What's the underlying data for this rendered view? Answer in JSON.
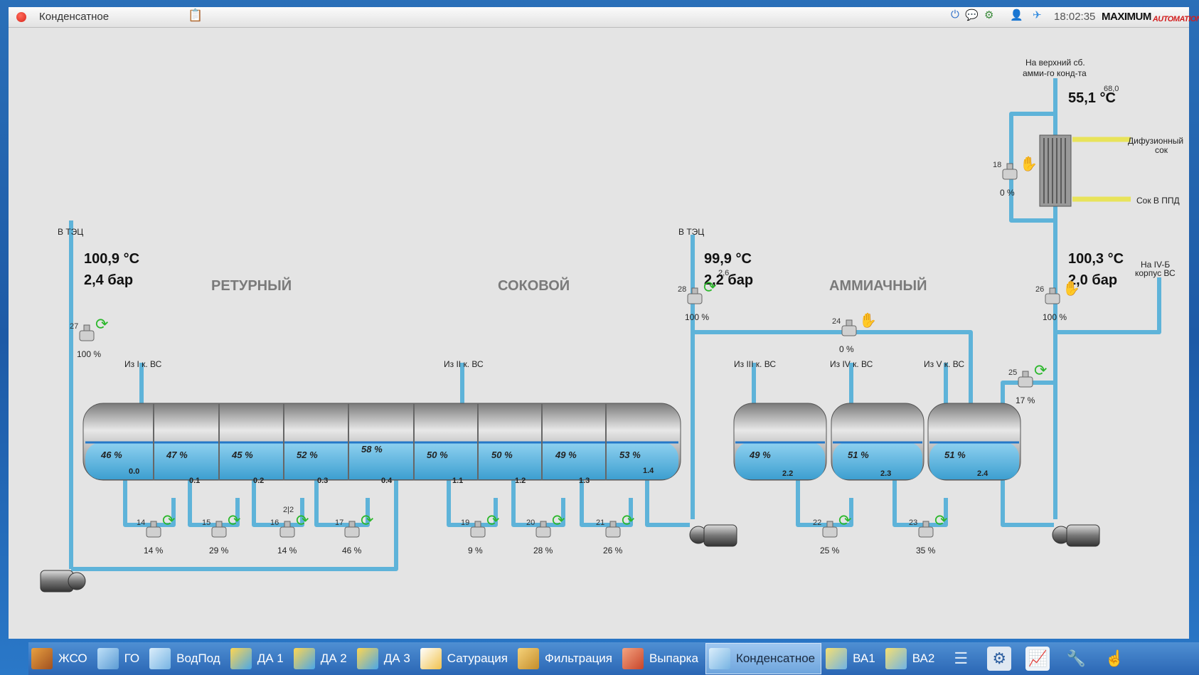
{
  "window": {
    "title": "Конденсатное"
  },
  "tray": {
    "clock": "18:02:35",
    "logo_main": "MAXIMUM",
    "logo_sub": "AUTOMATION"
  },
  "sections": {
    "retur": "РЕТУРНЫЙ",
    "sok": "СОКОВОЙ",
    "ammiak": "АММИАЧНЫЙ"
  },
  "labels": {
    "to_tec_1": "В ТЭЦ",
    "to_tec_2": "В ТЭЦ",
    "from_1": "Из I к. ВС",
    "from_2": "Из II к. ВС",
    "from_3": "Из III к. ВС",
    "from_4": "Из IV к. ВС",
    "from_5": "Из V к. ВС",
    "top_line1": "На верхний сб.",
    "top_line2": "амми-го конд-та",
    "diff_sok1": "Дифузионный",
    "diff_sok2": "сок",
    "sok_ppd": "Сок В ППД",
    "iv_b1": "На IV-Б",
    "iv_b2": "корпус ВС"
  },
  "readings": {
    "t1": "100,9 °C",
    "p1": "2,4 бар",
    "t2": "99,9 °C",
    "p2": "2,2 бар",
    "p2_small": "2,6",
    "t3": "100,3 °C",
    "p3": "2,0 бар",
    "t_top": "55,1 °C",
    "t_top_small": "68,0"
  },
  "tanks_main": [
    {
      "id": "0.0",
      "level": "46 %"
    },
    {
      "id": "0.1",
      "level": "47 %"
    },
    {
      "id": "0.2",
      "level": "45 %"
    },
    {
      "id": "0.3",
      "level": "52 %"
    },
    {
      "id": "0.4",
      "level": "58 %"
    },
    {
      "id": "1.1",
      "level": "50 %"
    },
    {
      "id": "1.2",
      "level": "50 %"
    },
    {
      "id": "1.3",
      "level": "49 %"
    },
    {
      "id": "1.4",
      "level": "53 %"
    }
  ],
  "tanks_small": [
    {
      "id": "2.2",
      "level": "49 %"
    },
    {
      "id": "2.3",
      "level": "51 %"
    },
    {
      "id": "2.4",
      "level": "51 %"
    }
  ],
  "valves": [
    {
      "id": "27",
      "pct": "100 %"
    },
    {
      "id": "28",
      "pct": "100 %"
    },
    {
      "id": "26",
      "pct": "100 %"
    },
    {
      "id": "18",
      "pct": "0 %"
    },
    {
      "id": "24",
      "pct": "0 %"
    },
    {
      "id": "25",
      "pct": "17 %"
    },
    {
      "id": "14",
      "pct": "14 %"
    },
    {
      "id": "15",
      "pct": "29 %"
    },
    {
      "id": "16",
      "pct": "14 %",
      "extra": "2|2"
    },
    {
      "id": "17",
      "pct": "46 %"
    },
    {
      "id": "19",
      "pct": "9 %"
    },
    {
      "id": "20",
      "pct": "28 %"
    },
    {
      "id": "21",
      "pct": "26 %"
    },
    {
      "id": "22",
      "pct": "25 %"
    },
    {
      "id": "23",
      "pct": "35 %"
    }
  ],
  "taskbar": [
    {
      "label": "ЖСО",
      "icon": "zhso-icon"
    },
    {
      "label": "ГО",
      "icon": "go-icon"
    },
    {
      "label": "ВодПод",
      "icon": "vodpod-icon"
    },
    {
      "label": "ДА 1",
      "icon": "da1-icon"
    },
    {
      "label": "ДА 2",
      "icon": "da2-icon"
    },
    {
      "label": "ДА 3",
      "icon": "da3-icon"
    },
    {
      "label": "Сатурация",
      "icon": "saturation-icon"
    },
    {
      "label": "Фильтрация",
      "icon": "filtration-icon"
    },
    {
      "label": "Выпарка",
      "icon": "evaporation-icon"
    },
    {
      "label": "Конденсатное",
      "icon": "condensate-icon",
      "active": true
    },
    {
      "label": "ВА1",
      "icon": "va1-icon"
    },
    {
      "label": "ВА2",
      "icon": "va2-icon"
    }
  ],
  "colors": {
    "pipe": "#5eb3d9",
    "water": "#58b7e6",
    "valve_auto": "#2cb82c",
    "hand": "#f2b71e"
  }
}
